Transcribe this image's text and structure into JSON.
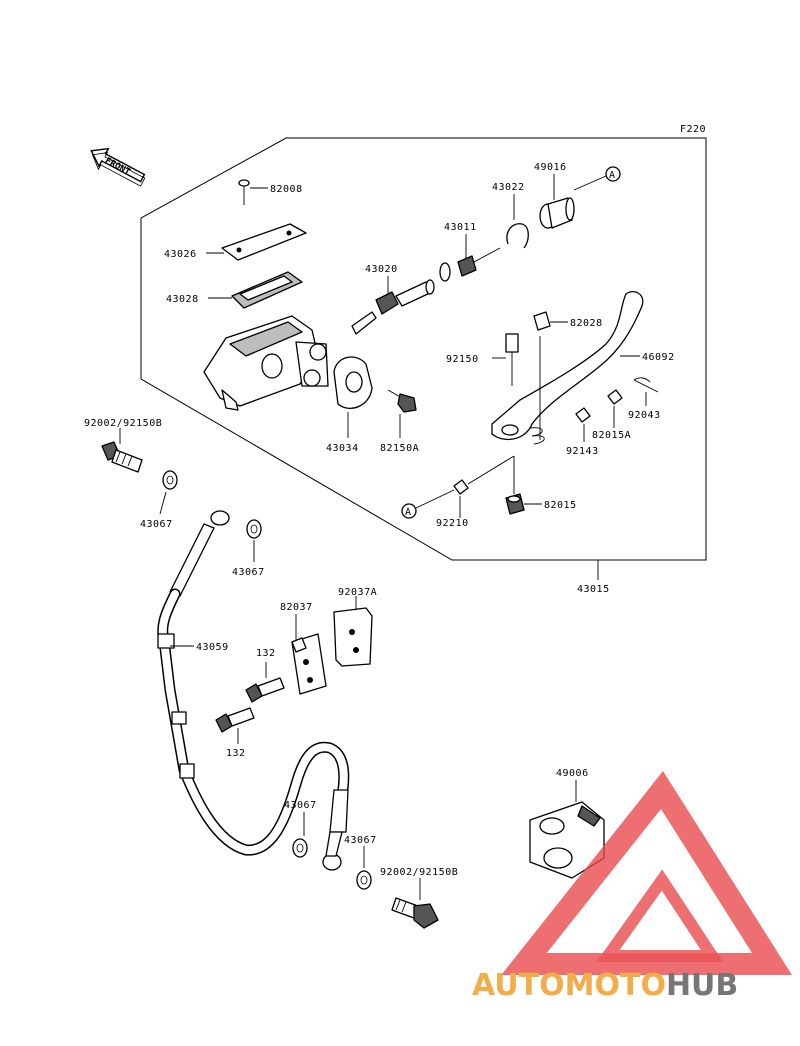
{
  "figure_code": "F220",
  "front_label": "FRONT",
  "ref_marker": "A",
  "parts": {
    "p82008": "82008",
    "p43026": "43026",
    "p43028": "43028",
    "p43020": "43020",
    "p43011": "43011",
    "p43022": "43022",
    "p49016": "49016",
    "p82028": "82028",
    "p92150": "92150",
    "p46092": "46092",
    "p43034": "43034",
    "p82150A": "82150A",
    "p92043": "92043",
    "p82015A": "82015A",
    "p92143": "92143",
    "p82015": "82015",
    "p92210": "92210",
    "p43015": "43015",
    "p92002a": "92002/92150B",
    "p43067a": "43067",
    "p43067b": "43067",
    "p92037A": "92037A",
    "p82037": "82037",
    "p43059": "43059",
    "p132a": "132",
    "p132b": "132",
    "p49006": "49006",
    "p43067c": "43067",
    "p43067d": "43067",
    "p92002b": "92002/92150B"
  },
  "watermark": {
    "part1": "AUTOMOTO",
    "part2": "HUB",
    "color_accent": "#e8474b",
    "color_orange": "#f3a63b",
    "color_gray": "#6b6b6b"
  }
}
